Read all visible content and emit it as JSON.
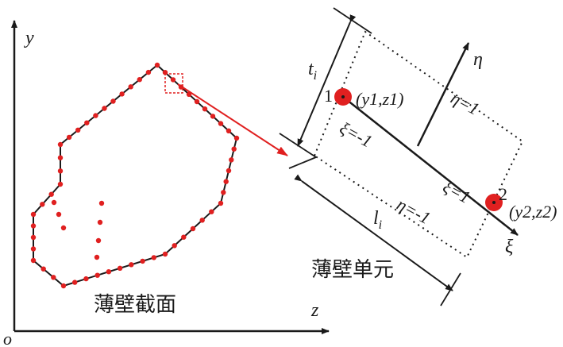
{
  "labels": {
    "axis_y": "y",
    "axis_z": "z",
    "origin": "o",
    "section_caption": "薄壁截面",
    "element_caption": "薄壁单元",
    "thickness": "t",
    "thickness_sub": "i",
    "length": "l",
    "length_sub": "i",
    "node1_number": "1",
    "node1_coord": "(y1,z1)",
    "node2_number": "2",
    "node2_coord": "(y2,z2)",
    "xi_axis": "ξ",
    "eta_axis": "η",
    "xi_minus": "ξ=-1",
    "xi_plus": "ξ=1",
    "eta_plus": "η=1",
    "eta_minus": "η=-1"
  },
  "colors": {
    "ink": "#1a1a1a",
    "node_red": "#e02020",
    "arrow_red": "#e02020"
  }
}
